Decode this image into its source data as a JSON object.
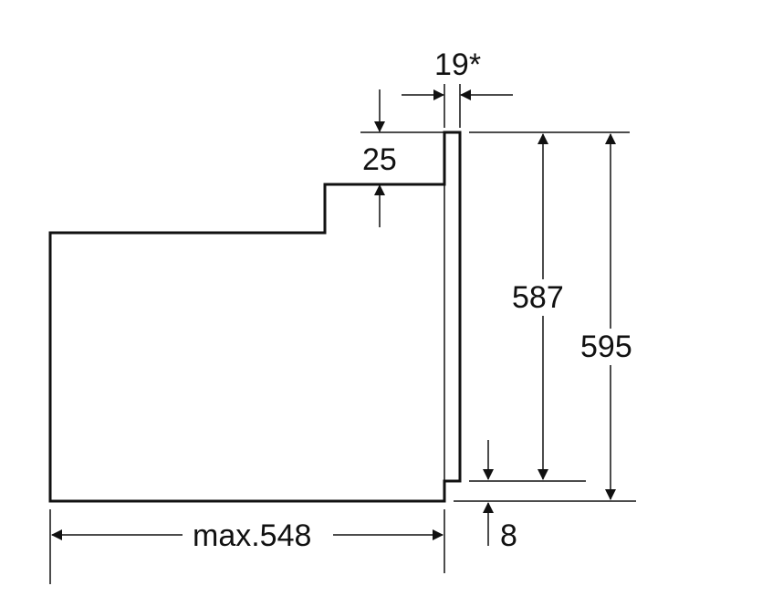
{
  "dimensions": {
    "door_thickness": "19*",
    "top_offset": "25",
    "front_height": "587",
    "total_height": "595",
    "bottom_offset": "8",
    "depth": "max.548"
  },
  "colors": {
    "line": "#111111",
    "background": "#ffffff"
  }
}
